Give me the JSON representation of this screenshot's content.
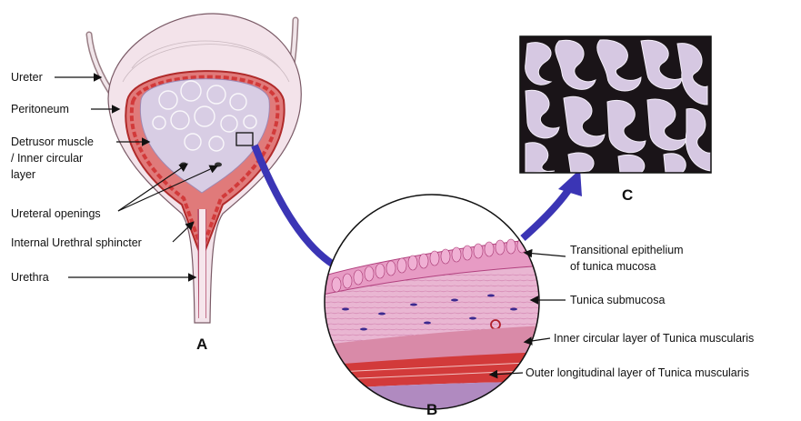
{
  "bladder": {
    "labels": {
      "ureter": "Ureter",
      "peritoneum": "Peritoneum",
      "detrusor_line1": "Detrusor muscle",
      "detrusor_line2": "/ Inner circular",
      "detrusor_line3": "layer",
      "ureteral_openings": "Ureteral openings",
      "internal_sphincter": "Internal Urethral sphincter",
      "urethra": "Urethra"
    },
    "panel_letter": "A"
  },
  "micro": {
    "labels": {
      "transitional_line1": "Transitional epithelium",
      "transitional_line2": "of tunica mucosa",
      "submucosa": "Tunica submucosa",
      "inner_circular": "Inner circular layer of Tunica muscularis",
      "outer_longitudinal": "Outer longitudinal layer of Tunica muscularis"
    },
    "panel_letter": "B"
  },
  "surface": {
    "panel_letter": "C"
  },
  "colors": {
    "muscle_red": "#d23a3a",
    "lumen_lavender": "#d8cde4",
    "pink_tissue": "#e6a9c8",
    "arrow_blue": "#3b35b5",
    "dark_fold_bg": "#1a1418"
  }
}
